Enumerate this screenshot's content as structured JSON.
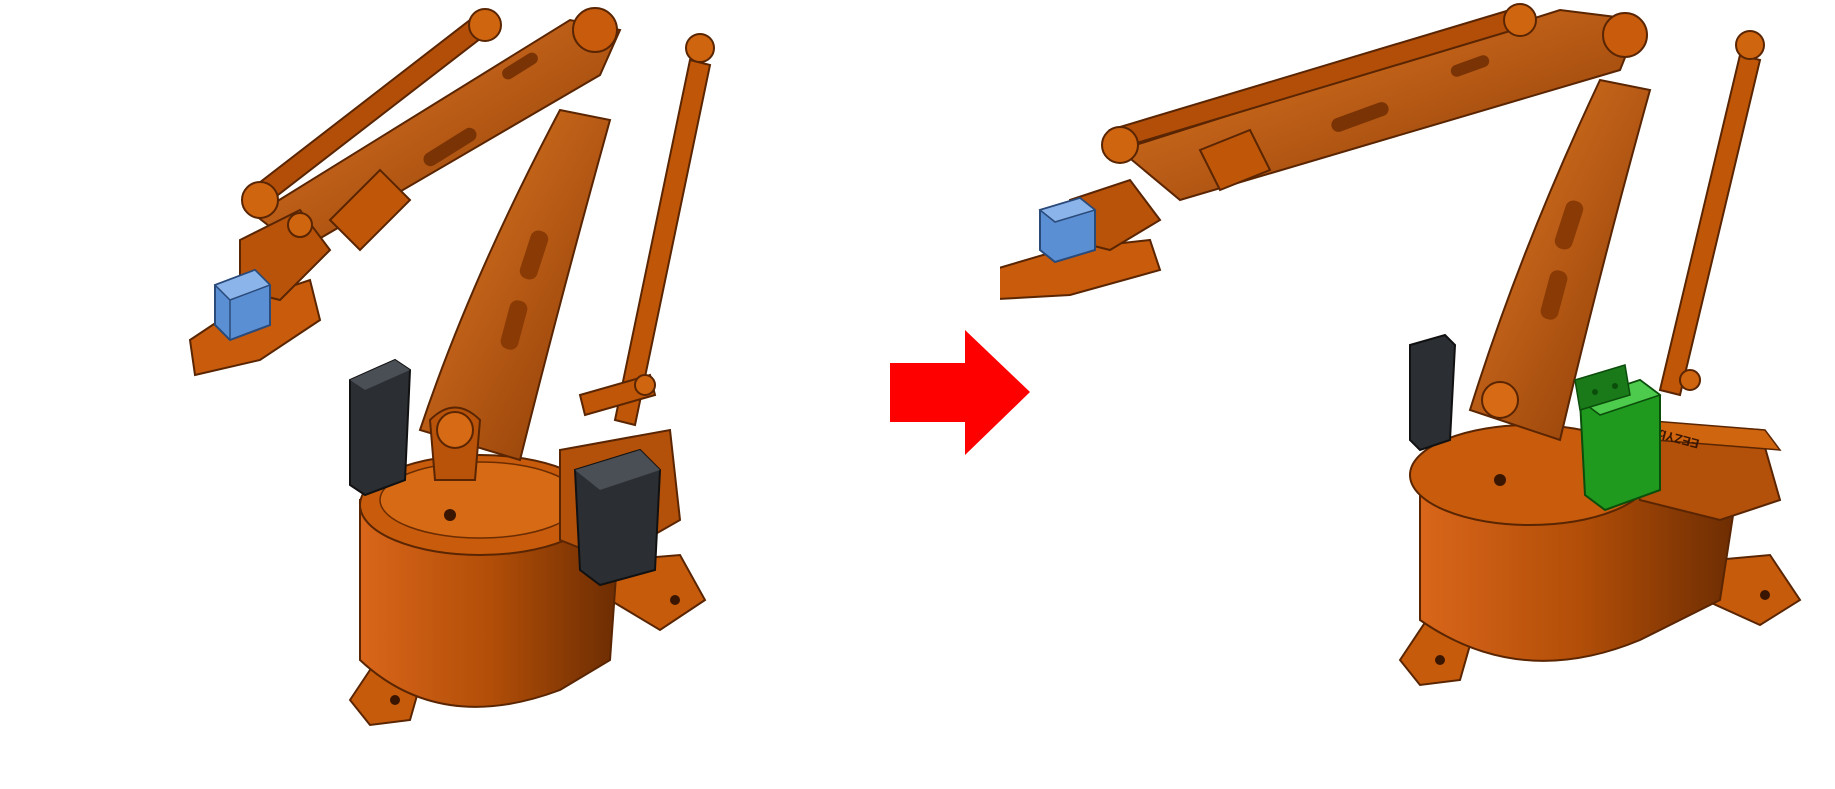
{
  "colors": {
    "background": "#ffffff",
    "arm_orange": "#c55a0b",
    "arm_orange_dark": "#7a3304",
    "arm_orange_light": "#e07521",
    "servo_dark": "#2b2e33",
    "servo_blue": "#5b8fd4",
    "module_green": "#1f9a1f",
    "arrow_red": "#ff0000"
  },
  "icons": {
    "left": "robot-arm-with-servos",
    "arrow": "right-arrow",
    "right": "robot-arm-with-module"
  },
  "labels": {
    "base_engraving_left": "",
    "base_engraving_right": "EEZYbotARM"
  }
}
